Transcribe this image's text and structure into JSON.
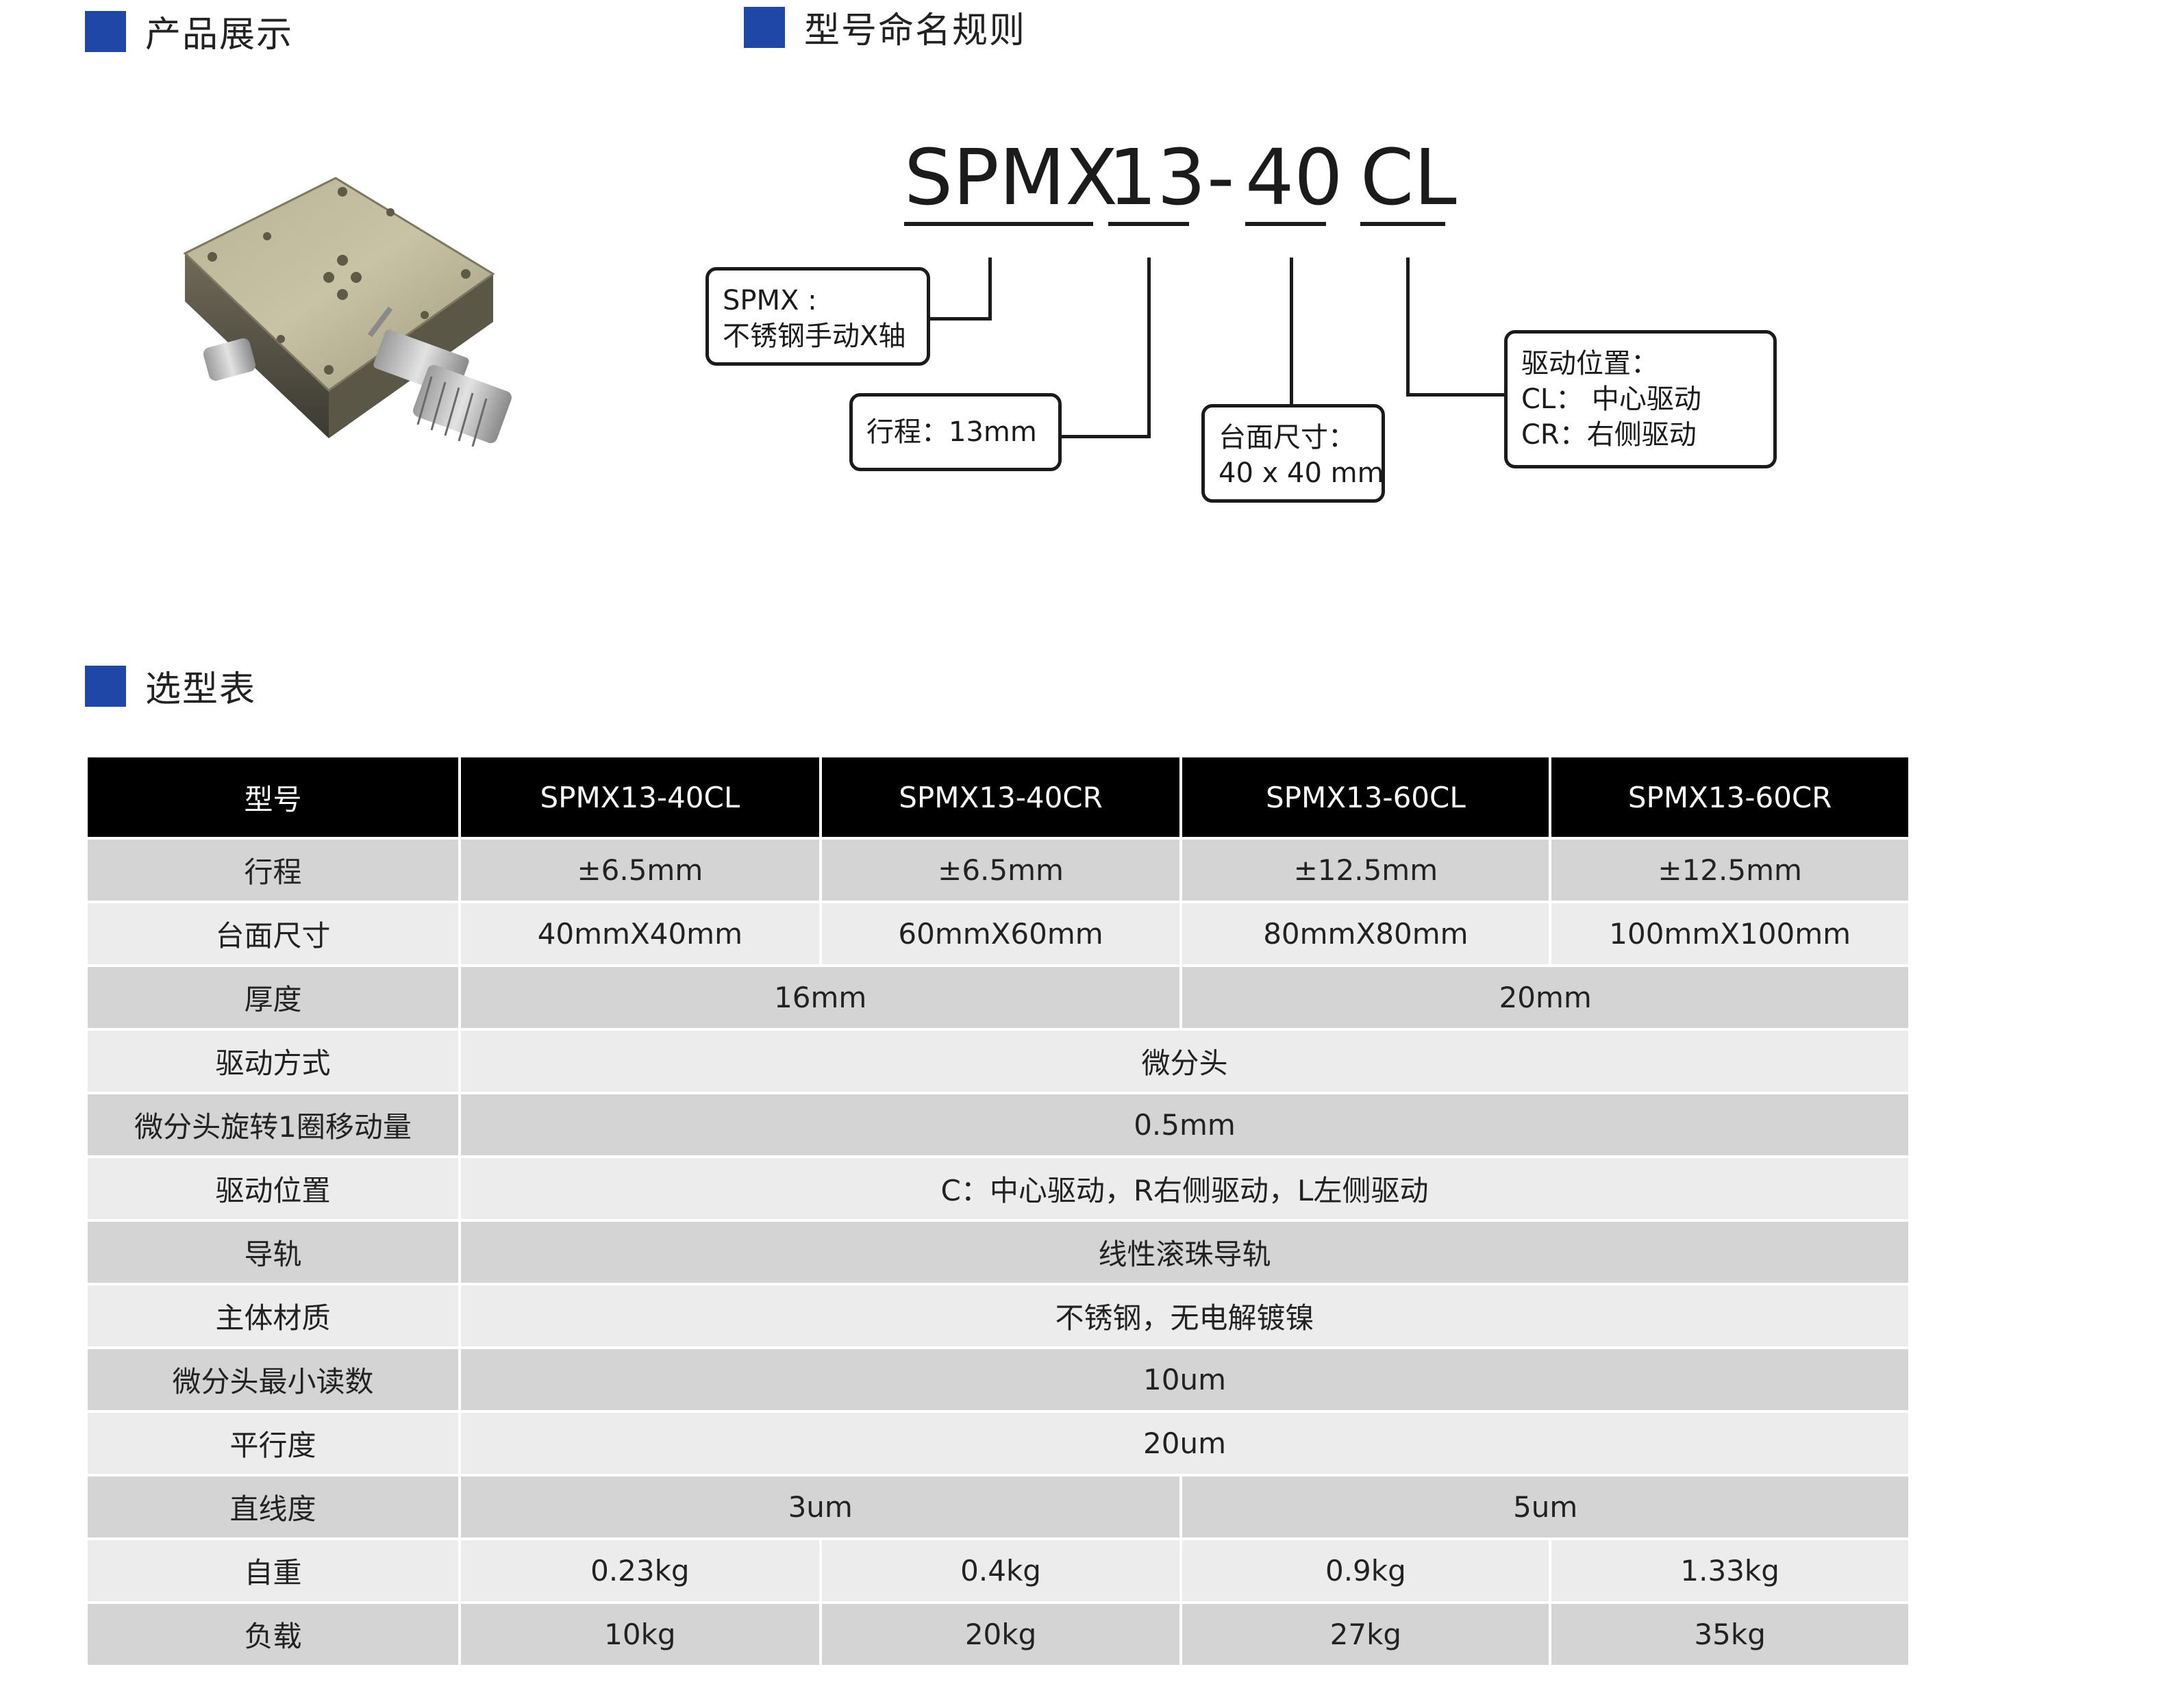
{
  "sections": {
    "product_display": "产品展示",
    "naming_rule": "型号命名规则",
    "selection_table": "选型表"
  },
  "model_code": {
    "series": "SPMX",
    "travel": "13",
    "dash": "-",
    "size": "40",
    "drive": "CL"
  },
  "callouts": {
    "series": {
      "line1": "SPMX :",
      "line2": "不锈钢手动X轴"
    },
    "travel": {
      "line1": "行程：13mm"
    },
    "size": {
      "line1": "台面尺寸：",
      "line2": "40 x 40 mm"
    },
    "drive": {
      "line1": "驱动位置：",
      "line2": "CL： 中心驱动",
      "line3": "CR：右侧驱动"
    }
  },
  "table": {
    "header": [
      "型号",
      "SPMX13-40CL",
      "SPMX13-40CR",
      "SPMX13-60CL",
      "SPMX13-60CR"
    ],
    "rows": [
      {
        "label": "行程",
        "cells": [
          "±6.5mm",
          "±6.5mm",
          "±12.5mm",
          "±12.5mm"
        ]
      },
      {
        "label": "台面尺寸",
        "cells": [
          "40mmX40mm",
          "60mmX60mm",
          "80mmX80mm",
          "100mmX100mm"
        ]
      },
      {
        "label": "厚度",
        "cells": [
          "16mm",
          "20mm"
        ]
      },
      {
        "label": "驱动方式",
        "cells": [
          "微分头"
        ]
      },
      {
        "label": "微分头旋转1圈移动量",
        "cells": [
          "0.5mm"
        ]
      },
      {
        "label": "驱动位置",
        "cells": [
          "C：中心驱动，R右侧驱动，L左侧驱动"
        ]
      },
      {
        "label": "导轨",
        "cells": [
          "线性滚珠导轨"
        ]
      },
      {
        "label": "主体材质",
        "cells": [
          "不锈钢，无电解镀镍"
        ]
      },
      {
        "label": "微分头最小读数",
        "cells": [
          "10um"
        ]
      },
      {
        "label": "平行度",
        "cells": [
          "20um"
        ]
      },
      {
        "label": "直线度",
        "cells": [
          "3um",
          "5um"
        ]
      },
      {
        "label": "自重",
        "cells": [
          "0.23kg",
          "0.4kg",
          "0.9kg",
          "1.33kg"
        ]
      },
      {
        "label": "负载",
        "cells": [
          "10kg",
          "20kg",
          "27kg",
          "35kg"
        ]
      }
    ]
  },
  "colors": {
    "accent": "#1f47a8",
    "header_bg": "#000000",
    "row_dark": "#d4d4d4",
    "row_light": "#ececec"
  }
}
